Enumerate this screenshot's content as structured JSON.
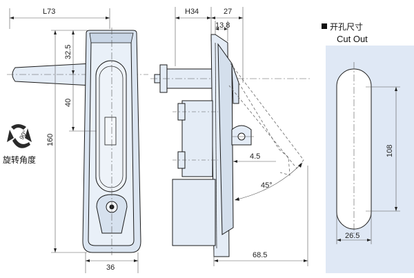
{
  "dimensions": {
    "front_width_top": "L73",
    "front_height_upper": "32.5",
    "front_height_mid": "40",
    "front_height_total": "160",
    "front_width_bottom": "36",
    "side_h": "H34",
    "side_27": "27",
    "side_13_8": "13.8",
    "side_4_5": "4.5",
    "side_angle": "45°",
    "side_68_5": "68.5",
    "cutout_height": "108",
    "cutout_width": "26.5"
  },
  "labels": {
    "rotation_cn": "旋转角度",
    "rotation_deg": "90°",
    "cutout_cn": "开孔尺寸",
    "cutout_en": "Cut Out"
  },
  "colors": {
    "metal_fill": "#e4ecf6",
    "metal_dark": "#c9d6e6",
    "outline": "#1a1a1a",
    "panel_bg": "#dfe8f5",
    "dash": "#666666"
  }
}
